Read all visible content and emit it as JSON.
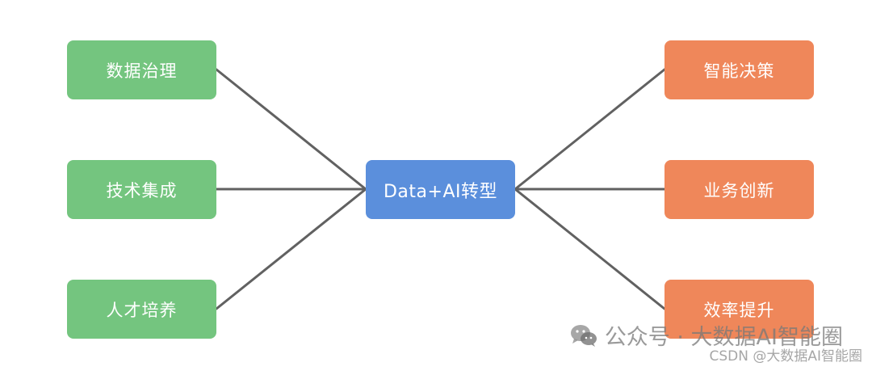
{
  "diagram": {
    "center": {
      "label": "Data+AI转型",
      "color": "#5b8fdc"
    },
    "left_nodes": [
      {
        "label": "数据治理"
      },
      {
        "label": "技术集成"
      },
      {
        "label": "人才培养"
      }
    ],
    "right_nodes": [
      {
        "label": "智能决策"
      },
      {
        "label": "业务创新"
      },
      {
        "label": "效率提升"
      }
    ],
    "colors": {
      "left": "#74c57f",
      "right": "#ef875a",
      "connector": "#616161"
    }
  },
  "watermark": {
    "text": "公众号 · 大数据AI智能圈",
    "icon": "wechat-icon"
  },
  "credit": {
    "text": "CSDN @大数据AI智能圈"
  }
}
